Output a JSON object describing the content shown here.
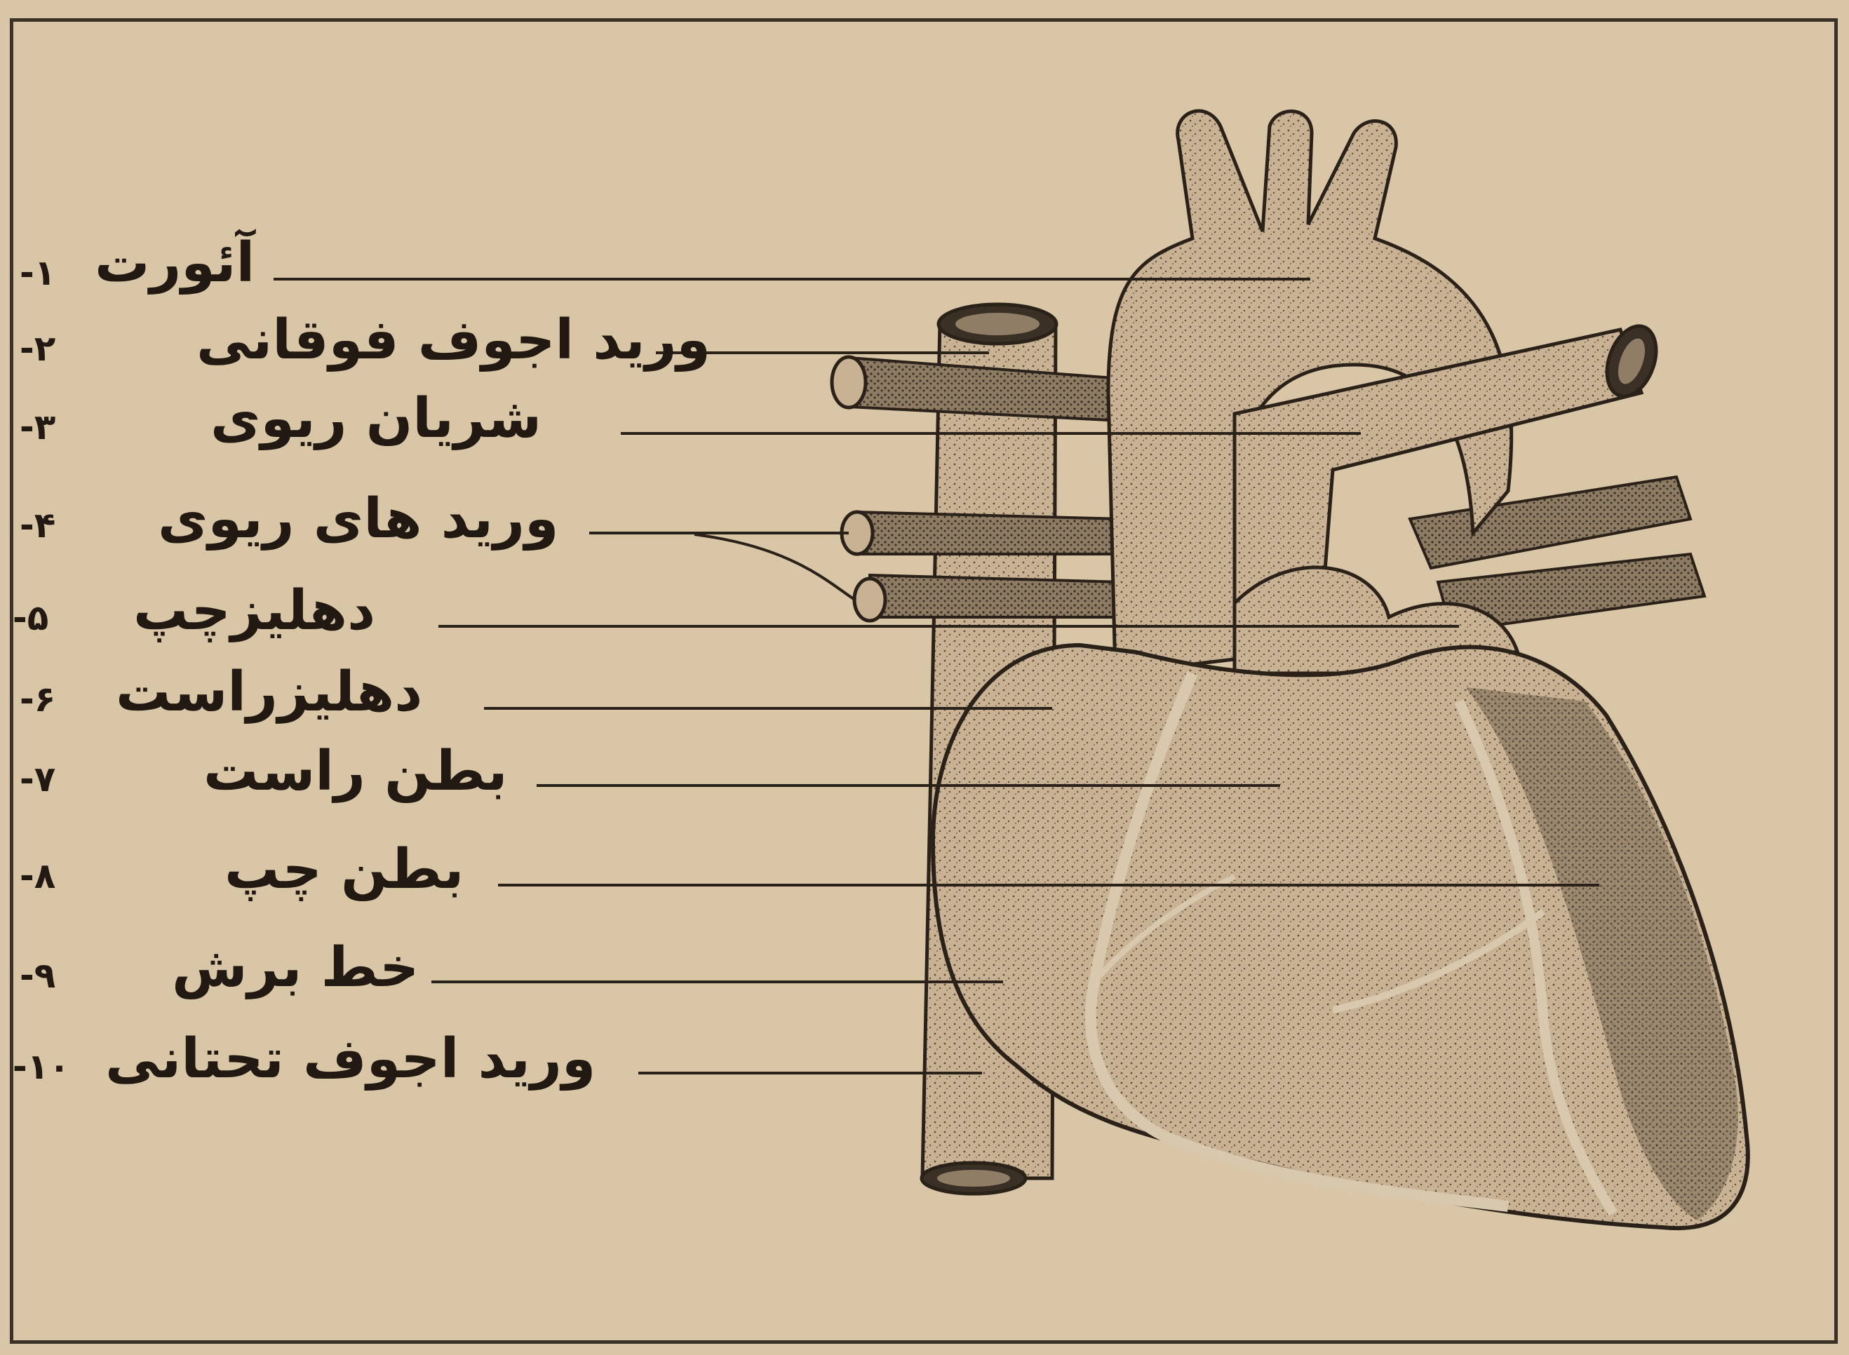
{
  "labels": [
    {
      "num": "۱-",
      "name": "آئورت"
    },
    {
      "num": "۲-",
      "name": "ورید اجوف فوقانی"
    },
    {
      "num": "۳-",
      "name": "شریان ریوی"
    },
    {
      "num": "۴-",
      "name": "ورید های ریوی"
    },
    {
      "num": "۵-",
      "name": "دهلیزچپ"
    },
    {
      "num": "۶-",
      "name": "دهلیزراست"
    },
    {
      "num": "۷-",
      "name": "بطن راست"
    },
    {
      "num": "۸-",
      "name": "بطن چپ"
    },
    {
      "num": "۹-",
      "name": "خط برش"
    },
    {
      "num": "۱۰-",
      "name": "ورید اجوف تحتانی"
    }
  ],
  "colors": {
    "paper": "#d9c6a7",
    "ink": "#221a12",
    "heart_fill": "#c4ae8e",
    "heart_dark": "#8f7d65"
  }
}
